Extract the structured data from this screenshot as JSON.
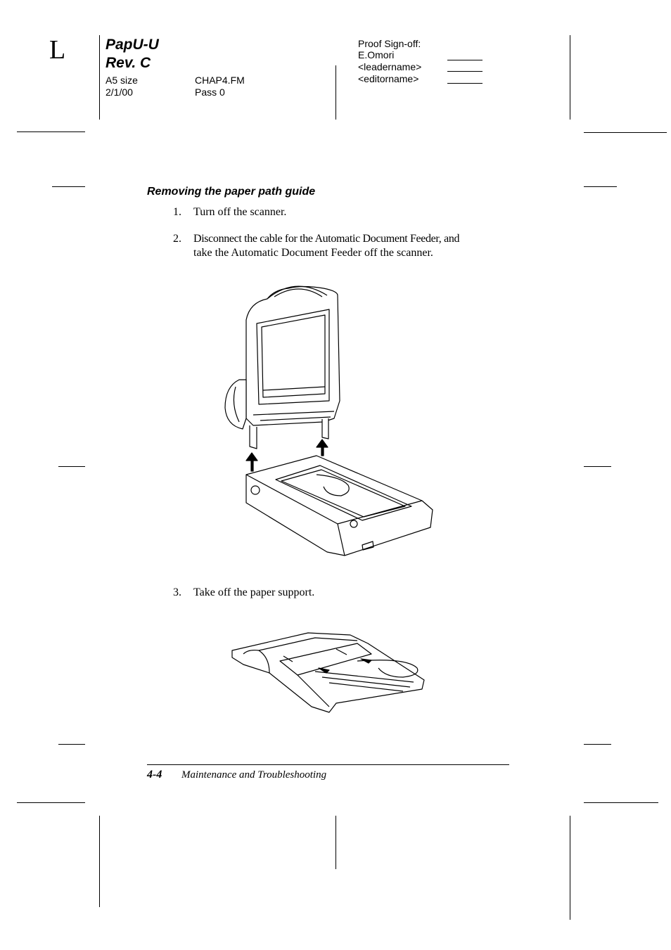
{
  "header": {
    "corner_letter": "L",
    "title_line1": "PapU-U",
    "title_line2": "Rev. C",
    "size_label": "A5 size",
    "date": "2/1/00",
    "file_name": "CHAP4.FM",
    "pass": "Pass 0",
    "proof_signoff": {
      "label": "Proof Sign-off:",
      "names": [
        "E.Omori",
        "<leadername>",
        "<editorname>"
      ]
    }
  },
  "section": {
    "heading": "Removing the paper path guide",
    "steps": [
      {
        "number": "1.",
        "text": "Turn off the scanner."
      },
      {
        "number": "2.",
        "line1": "Disconnect the cable for the Automatic Document Feeder, and",
        "line2": "take the Automatic Document Feeder off the scanner."
      },
      {
        "number": "3.",
        "text": "Take off the paper support."
      }
    ]
  },
  "footer": {
    "page_number": "4-4",
    "chapter_title": "Maintenance and Troubleshooting"
  }
}
